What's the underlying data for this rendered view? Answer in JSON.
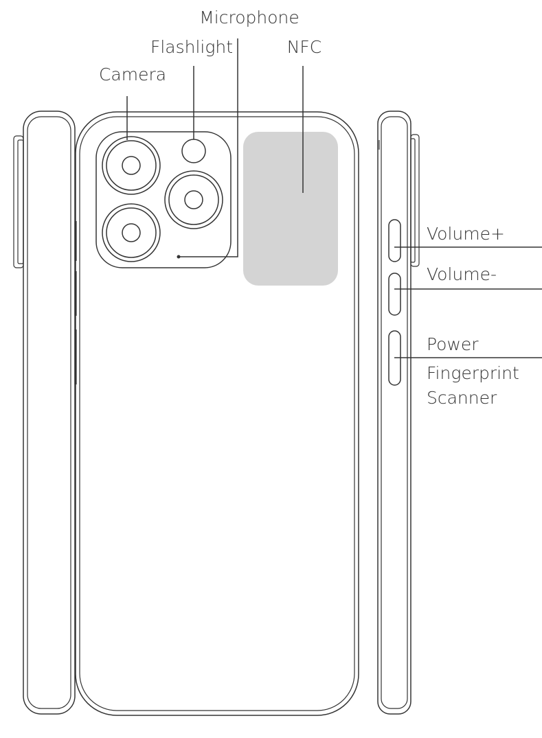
{
  "labels": {
    "microphone": "Microphone",
    "flashlight": "Flashlight",
    "nfc": "NFC",
    "camera": "Camera",
    "volume_up": "Volume+",
    "volume_down": "Volume-",
    "power_line1": "Power",
    "power_line2": "Fingerprint",
    "power_line3": "Scanner"
  },
  "colors": {
    "outline": "#333333",
    "nfc_area": "#d4d4d4",
    "background": "#ffffff"
  }
}
